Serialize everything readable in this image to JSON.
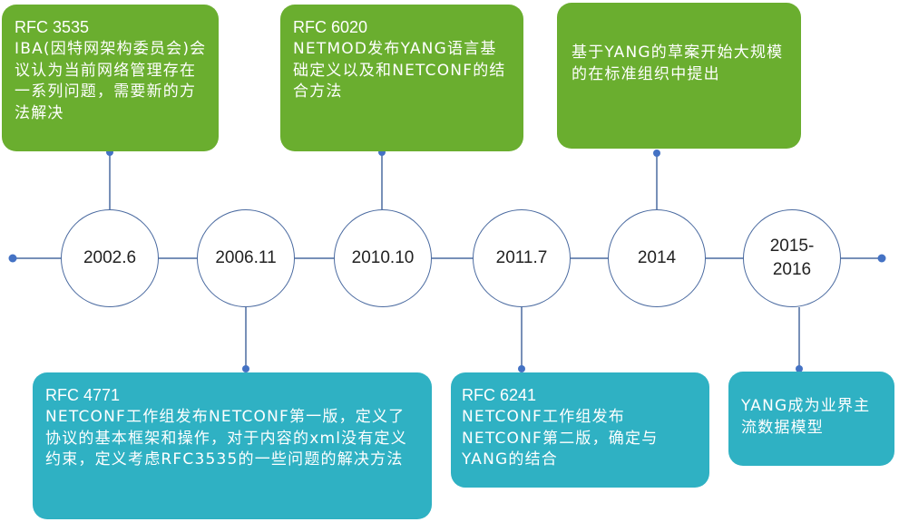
{
  "events": [
    {
      "year": "2002.6",
      "rfc": "RFC 3535",
      "text": "IBA(因特网架构委员会)会议认为当前网络管理存在一系列问题，需要新的方法解决",
      "color": "green"
    },
    {
      "year": "2006.11",
      "rfc": "RFC 4771",
      "text": "NETCONF工作组发布NETCONF第一版，定义了协议的基本框架和操作，对于内容的xml没有定义约束，定义考虑RFC3535的一些问题的解决方法",
      "color": "teal"
    },
    {
      "year": "2010.10",
      "rfc": "RFC 6020",
      "text": "NETMOD发布YANG语言基础定义以及和NETCONF的结合方法",
      "color": "green"
    },
    {
      "year": "2011.7",
      "rfc": "RFC 6241",
      "text": "NETCONF工作组发布NETCONF第二版，确定与YANG的结合",
      "color": "teal"
    },
    {
      "year": "2014",
      "rfc": "",
      "text": "基于YANG的草案开始大规模的在标准组织中提出",
      "color": "green"
    },
    {
      "year": "2015-2016",
      "rfc": "",
      "text": "YANG成为业界主流数据模型",
      "color": "teal"
    }
  ],
  "colors": {
    "green": "#6aae2f",
    "teal": "#2fb1c3",
    "line": "#4a6aa0",
    "dot": "#4472c4"
  }
}
